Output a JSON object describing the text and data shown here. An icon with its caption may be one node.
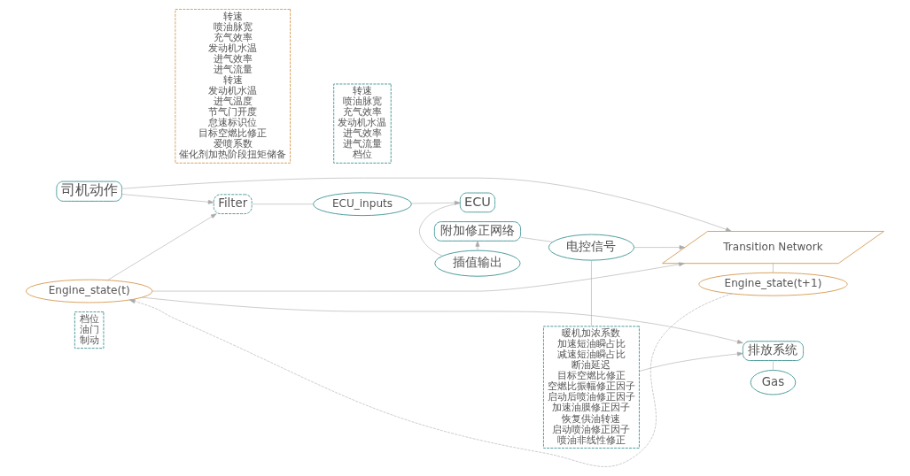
{
  "diagram": {
    "nodes": [
      {
        "text": [
          "档位",
          "油门",
          "制动"
        ]
      },
      {
        "text": [
          "司机动作"
        ]
      },
      {
        "text": [
          "Filter"
        ]
      },
      {
        "text": [
          "ECU_inputs"
        ]
      },
      {
        "text": [
          "ECU"
        ]
      },
      {
        "text": [
          "插值输出"
        ]
      },
      {
        "text": [
          "附加修正网络"
        ]
      },
      {
        "text": [
          "电控信号"
        ]
      },
      {
        "text": [
          "Transition Network"
        ]
      },
      {
        "text": [
          "Engine_state(t)"
        ]
      },
      {
        "text": [
          "Engine_state(t+1)"
        ]
      },
      {
        "text": [
          "转速",
          "喷油脉宽",
          "充气效率",
          "发动机水温",
          "进气效率",
          "进气流量",
          "转速",
          "发动机水温",
          "进气温度",
          "节气门开度",
          "怠速标识位",
          "目标空燃比修正",
          "爱喷系数",
          "催化剂加热阶段扭矩储备"
        ]
      },
      {
        "text": [
          "转速",
          "喷油脉宽",
          "充气效率",
          "发动机水温",
          "进气效率",
          "进气流量",
          "档位"
        ]
      },
      {
        "text": [
          "暖机加浓系数",
          "加速短油瞬占比",
          "减速短油瞬占比",
          "断油延迟",
          "目标空燃比修正",
          "空燃比振幅修正因子",
          "启动后喷油修正因子",
          "加速油膜修正因子",
          "恢复供油转速",
          "启动喷油修正因子",
          "喷油非线性修正"
        ]
      },
      {
        "text": [
          "排放系统"
        ]
      },
      {
        "text": [
          "Gas"
        ]
      }
    ],
    "edges": [
      {
        "from": 1,
        "to": 2,
        "arrow": "to"
      },
      {
        "from": 1,
        "to": 8,
        "arrow": "to"
      },
      {
        "from": 9,
        "to": 2,
        "arrow": "to"
      },
      {
        "from": 9,
        "to": 14,
        "arrow": "to"
      },
      {
        "from": 2,
        "to": 3,
        "arrow": "none"
      },
      {
        "from": 3,
        "to": 4,
        "arrow": "to"
      },
      {
        "from": 4,
        "to": 5,
        "arrow": "none"
      },
      {
        "from": 5,
        "to": 6,
        "arrow": "to"
      },
      {
        "from": 6,
        "to": 7,
        "arrow": "none"
      },
      {
        "from": 7,
        "to": 8,
        "arrow": "to"
      },
      {
        "from": 7,
        "to": 13,
        "arrow": "none"
      },
      {
        "from": 13,
        "to": 14,
        "arrow": "to"
      },
      {
        "from": 9,
        "to": 8,
        "arrow": "to"
      },
      {
        "from": 8,
        "to": 10,
        "arrow": "none"
      },
      {
        "from": 10,
        "to": 9,
        "arrow": "to",
        "style": "dashed"
      },
      {
        "from": 14,
        "to": 15,
        "arrow": "none"
      }
    ]
  }
}
